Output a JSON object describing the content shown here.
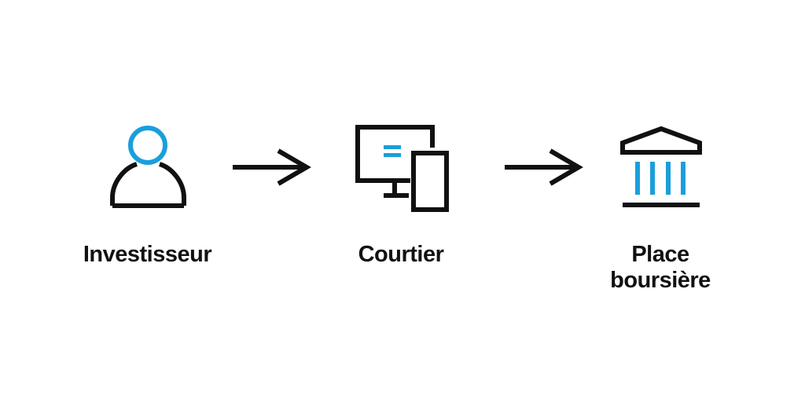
{
  "colors": {
    "ink": "#111111",
    "accent": "#1a9fdb",
    "background": "#ffffff"
  },
  "nodes": [
    {
      "icon": "person-icon",
      "label_lines": [
        "Investisseur"
      ]
    },
    {
      "icon": "computer-and-phone-icon",
      "label_lines": [
        "Courtier"
      ]
    },
    {
      "icon": "stock-exchange-building-icon",
      "label_lines": [
        "Place",
        "boursière"
      ]
    }
  ],
  "edges": [
    {
      "from": "Investisseur",
      "to": "Courtier",
      "icon": "arrow-right-icon"
    },
    {
      "from": "Courtier",
      "to": "Place boursière",
      "icon": "arrow-right-icon"
    }
  ]
}
